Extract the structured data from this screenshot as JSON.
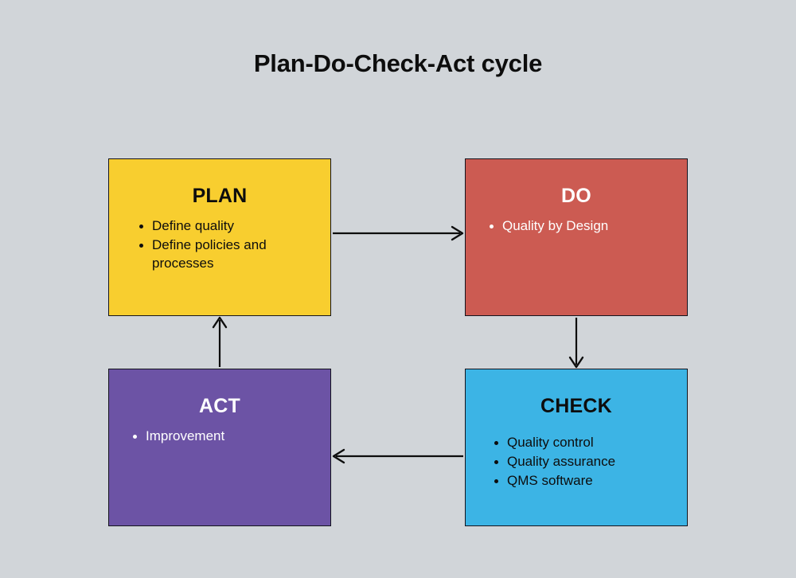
{
  "title": "Plan-Do-Check-Act cycle",
  "background_color": "#d1d5d9",
  "nodes": [
    {
      "id": "plan",
      "title": "PLAN",
      "color": "#f8ce2f",
      "text_color": "#0d0d0d",
      "items": [
        "Define quality",
        "Define policies and processes"
      ]
    },
    {
      "id": "do",
      "title": "DO",
      "color": "#cc5b52",
      "text_color": "#ffffff",
      "items": [
        "Quality by Design"
      ]
    },
    {
      "id": "check",
      "title": "CHECK",
      "color": "#3cb4e5",
      "text_color": "#0d0d0d",
      "items": [
        "Quality control",
        "Quality assurance",
        "QMS software"
      ]
    },
    {
      "id": "act",
      "title": "ACT",
      "color": "#6c53a5",
      "text_color": "#ffffff",
      "items": [
        "Improvement"
      ]
    }
  ],
  "arrows": [
    {
      "name": "arrow-plan-to-do",
      "direction": "right"
    },
    {
      "name": "arrow-do-to-check",
      "direction": "down"
    },
    {
      "name": "arrow-check-to-act",
      "direction": "left"
    },
    {
      "name": "arrow-act-to-plan",
      "direction": "up"
    }
  ]
}
